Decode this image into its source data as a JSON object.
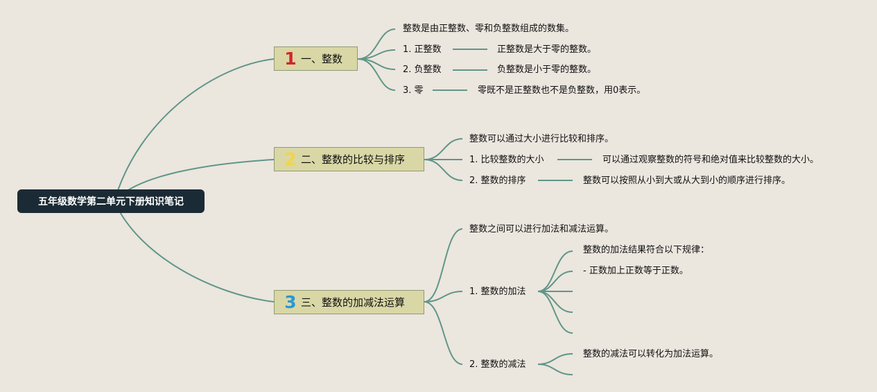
{
  "root": {
    "title": "五年级数学第二单元下册知识笔记"
  },
  "topics": [
    {
      "number": "1",
      "number_color": "#d0262c",
      "label": "一、整数",
      "items": [
        {
          "text": "整数是由正整数、零和负整数组成的数集。"
        },
        {
          "text": "1. 正整数",
          "detail": "正整数是大于零的整数。"
        },
        {
          "text": "2. 负整数",
          "detail": "负整数是小于零的整数。"
        },
        {
          "text": "3. 零",
          "detail": "零既不是正整数也不是负整数，用0表示。"
        }
      ]
    },
    {
      "number": "2",
      "number_color": "#f2d44a",
      "label": "二、整数的比较与排序",
      "items": [
        {
          "text": "整数可以通过大小进行比较和排序。"
        },
        {
          "text": "1. 比较整数的大小",
          "detail": "可以通过观察整数的符号和绝对值来比较整数的大小。"
        },
        {
          "text": "2. 整数的排序",
          "detail": "整数可以按照从小到大或从大到小的顺序进行排序。"
        }
      ]
    },
    {
      "number": "3",
      "number_color": "#2a97d6",
      "label": "三、整数的加减法运算",
      "items": [
        {
          "text": "整数之间可以进行加法和减法运算。"
        },
        {
          "text": "1. 整数的加法",
          "children": [
            "整数的加法结果符合以下规律：",
            "- 正数加上正数等于正数。",
            "",
            "",
            ""
          ]
        },
        {
          "text": "2. 整数的减法",
          "children": [
            "整数的减法可以转化为加法运算。",
            ""
          ]
        }
      ]
    }
  ]
}
